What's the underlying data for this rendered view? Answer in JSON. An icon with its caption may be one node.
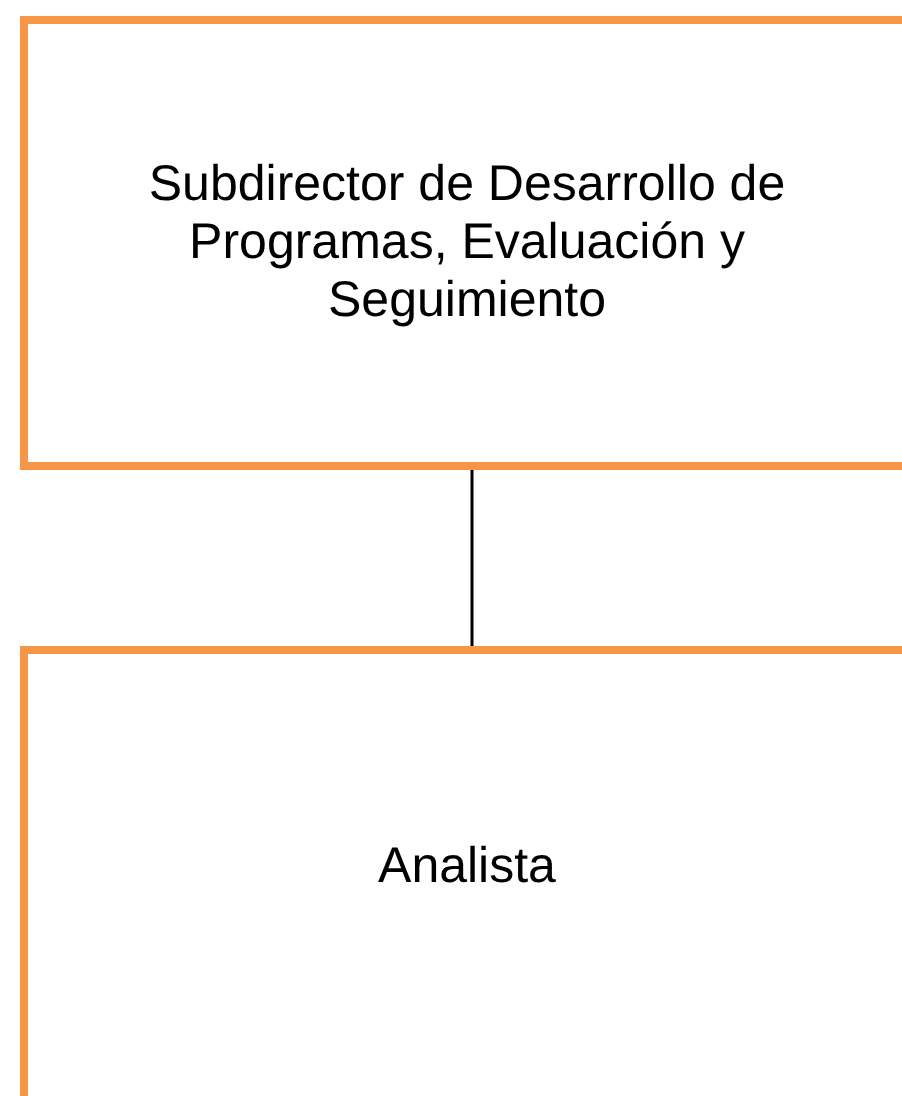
{
  "diagram": {
    "nodes": [
      {
        "text": [
          "Subdirector de Desarrollo de Programas, Evaluación y Seguimiento"
        ]
      },
      {
        "text": [
          "Analista"
        ]
      }
    ],
    "edges": [
      {
        "from": 0,
        "to": 1,
        "arrow": "none"
      }
    ]
  }
}
